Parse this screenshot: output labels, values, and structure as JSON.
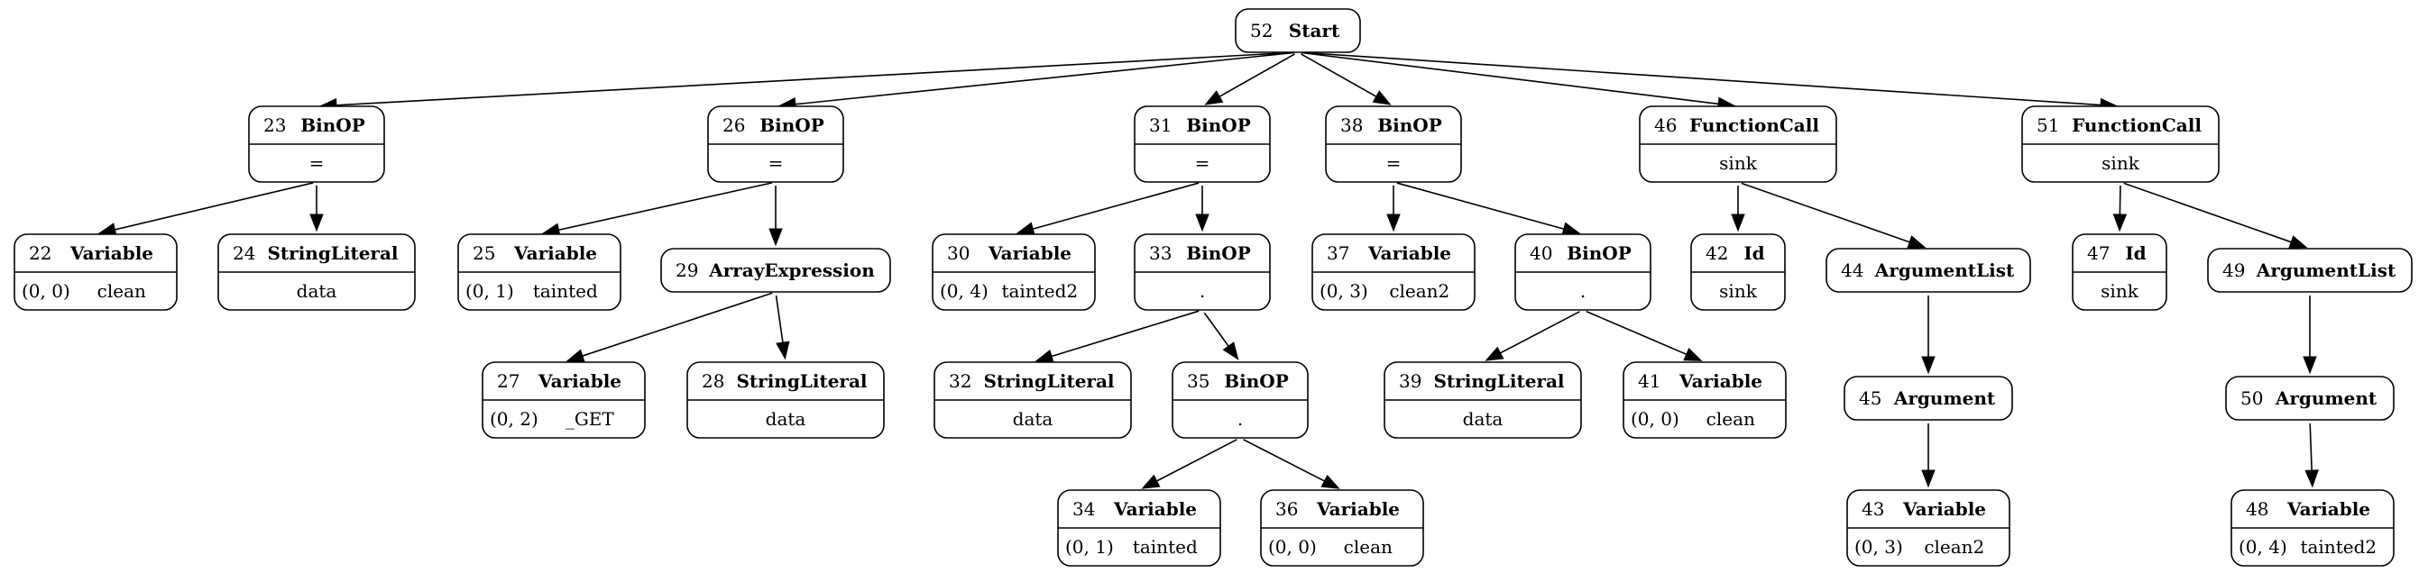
{
  "tree": {
    "nodes": [
      {
        "id": "52",
        "kind": "Start"
      },
      {
        "id": "23",
        "kind": "BinOP",
        "value": "="
      },
      {
        "id": "22",
        "kind": "Variable",
        "pos": "(0, 0)",
        "value": "clean"
      },
      {
        "id": "24",
        "kind": "StringLiteral",
        "value": "data"
      },
      {
        "id": "26",
        "kind": "BinOP",
        "value": "="
      },
      {
        "id": "25",
        "kind": "Variable",
        "pos": "(0, 1)",
        "value": "tainted"
      },
      {
        "id": "29",
        "kind": "ArrayExpression"
      },
      {
        "id": "27",
        "kind": "Variable",
        "pos": "(0, 2)",
        "value": "_GET"
      },
      {
        "id": "28",
        "kind": "StringLiteral",
        "value": "data"
      },
      {
        "id": "31",
        "kind": "BinOP",
        "value": "="
      },
      {
        "id": "30",
        "kind": "Variable",
        "pos": "(0, 4)",
        "value": "tainted2"
      },
      {
        "id": "33",
        "kind": "BinOP",
        "value": "."
      },
      {
        "id": "32",
        "kind": "StringLiteral",
        "value": "data"
      },
      {
        "id": "35",
        "kind": "BinOP",
        "value": "."
      },
      {
        "id": "34",
        "kind": "Variable",
        "pos": "(0, 1)",
        "value": "tainted"
      },
      {
        "id": "36",
        "kind": "Variable",
        "pos": "(0, 0)",
        "value": "clean"
      },
      {
        "id": "38",
        "kind": "BinOP",
        "value": "="
      },
      {
        "id": "37",
        "kind": "Variable",
        "pos": "(0, 3)",
        "value": "clean2"
      },
      {
        "id": "40",
        "kind": "BinOP",
        "value": "."
      },
      {
        "id": "39",
        "kind": "StringLiteral",
        "value": "data"
      },
      {
        "id": "41",
        "kind": "Variable",
        "pos": "(0, 0)",
        "value": "clean"
      },
      {
        "id": "46",
        "kind": "FunctionCall",
        "value": "sink"
      },
      {
        "id": "42",
        "kind": "Id",
        "value": "sink"
      },
      {
        "id": "44",
        "kind": "ArgumentList"
      },
      {
        "id": "45",
        "kind": "Argument"
      },
      {
        "id": "43",
        "kind": "Variable",
        "pos": "(0, 3)",
        "value": "clean2"
      },
      {
        "id": "51",
        "kind": "FunctionCall",
        "value": "sink"
      },
      {
        "id": "47",
        "kind": "Id",
        "value": "sink"
      },
      {
        "id": "49",
        "kind": "ArgumentList"
      },
      {
        "id": "50",
        "kind": "Argument"
      },
      {
        "id": "48",
        "kind": "Variable",
        "pos": "(0, 4)",
        "value": "tainted2"
      }
    ],
    "edges": [
      [
        "52",
        "23"
      ],
      [
        "52",
        "26"
      ],
      [
        "52",
        "31"
      ],
      [
        "52",
        "38"
      ],
      [
        "52",
        "46"
      ],
      [
        "52",
        "51"
      ],
      [
        "23",
        "22"
      ],
      [
        "23",
        "24"
      ],
      [
        "26",
        "25"
      ],
      [
        "26",
        "29"
      ],
      [
        "29",
        "27"
      ],
      [
        "29",
        "28"
      ],
      [
        "31",
        "30"
      ],
      [
        "31",
        "33"
      ],
      [
        "33",
        "32"
      ],
      [
        "33",
        "35"
      ],
      [
        "35",
        "34"
      ],
      [
        "35",
        "36"
      ],
      [
        "38",
        "37"
      ],
      [
        "38",
        "40"
      ],
      [
        "40",
        "39"
      ],
      [
        "40",
        "41"
      ],
      [
        "46",
        "42"
      ],
      [
        "46",
        "44"
      ],
      [
        "44",
        "45"
      ],
      [
        "45",
        "43"
      ],
      [
        "51",
        "47"
      ],
      [
        "51",
        "49"
      ],
      [
        "49",
        "50"
      ],
      [
        "50",
        "48"
      ]
    ]
  }
}
